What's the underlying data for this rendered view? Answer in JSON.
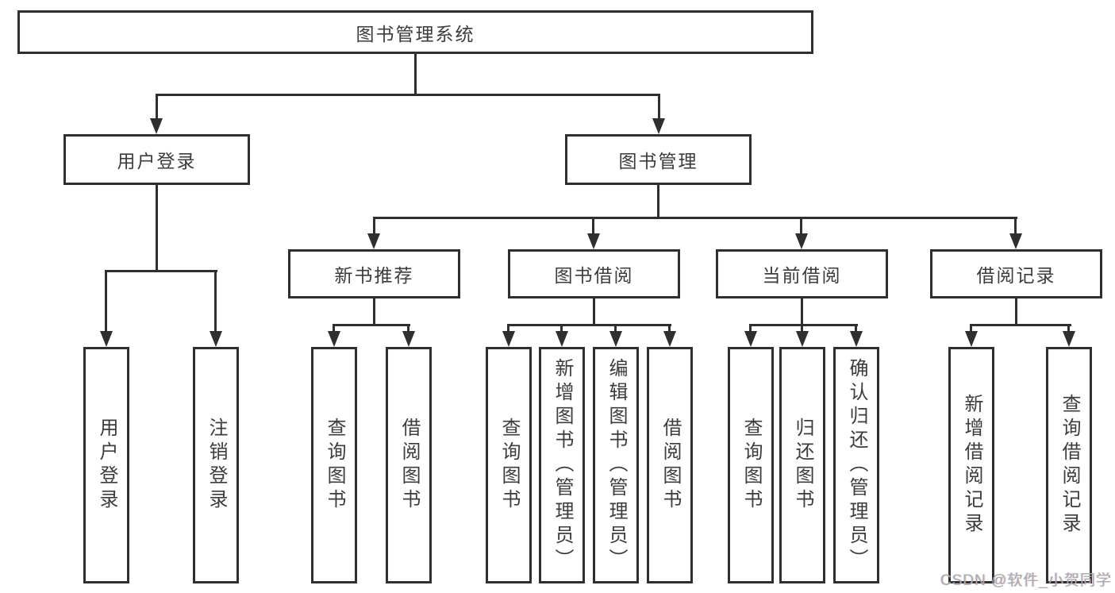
{
  "watermark": "CSDN @软件_小贺同学",
  "colors": {
    "line": "#2f2f2f",
    "text": "#3c3c3c",
    "watermark": "#ababab",
    "background": "#ffffff"
  },
  "tree": {
    "root": {
      "label": "图书管理系统"
    },
    "branches": [
      {
        "label": "用户登录",
        "children": [
          {
            "label": "用户登录"
          },
          {
            "label": "注销登录"
          }
        ]
      },
      {
        "label": "图书管理",
        "children": [
          {
            "label": "新书推荐",
            "children": [
              {
                "label": "查询图书"
              },
              {
                "label": "借阅图书"
              }
            ]
          },
          {
            "label": "图书借阅",
            "children": [
              {
                "label": "查询图书"
              },
              {
                "label": "新增图书（管理员）"
              },
              {
                "label": "编辑图书（管理员）"
              },
              {
                "label": "借阅图书"
              }
            ]
          },
          {
            "label": "当前借阅",
            "children": [
              {
                "label": "查询图书"
              },
              {
                "label": "归还图书"
              },
              {
                "label": "确认归还（管理员）"
              }
            ]
          },
          {
            "label": "借阅记录",
            "children": [
              {
                "label": "新增借阅记录"
              },
              {
                "label": "查询借阅记录"
              }
            ]
          }
        ]
      }
    ]
  }
}
